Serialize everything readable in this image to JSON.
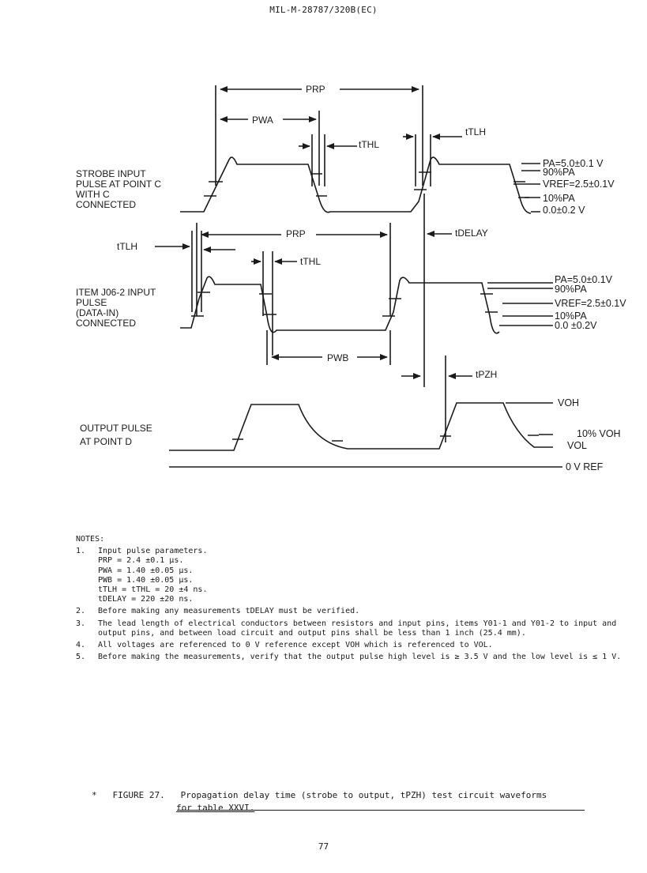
{
  "header": "MIL-M-28787/320B(EC)",
  "diagram": {
    "strobe_label": [
      "STROBE  INPUT",
      "PULSE  AT POINT C",
      "WITH  C",
      "CONNECTED"
    ],
    "item_label": [
      "ITEM  J06-2 INPUT",
      "PULSE",
      "(DATA-IN)",
      "CONNECTED"
    ],
    "output_label": [
      "OUTPUT  PULSE",
      "AT  POINT  D"
    ],
    "timing": {
      "prp": "PRP",
      "pwa": "PWA",
      "pwb": "PWB",
      "tthl": "tTHL",
      "ttlh": "tTLH",
      "tdelay": "tDELAY",
      "tpzh": "tPZH"
    },
    "strobe_levels": [
      "PA=5.0±0.1 V",
      "90%PA",
      "VREF=2.5±0.1V",
      "10%PA",
      "0.0±0.2 V"
    ],
    "item_levels": [
      "PA=5.0±0.1V",
      "90%PA",
      "VREF=2.5±0.1V",
      "10%PA",
      "0.0 ±0.2V"
    ],
    "output_levels": [
      "VOH",
      "10% VOH",
      "VOL",
      "0 V REF"
    ]
  },
  "notes": {
    "title": "NOTES:",
    "items": [
      {
        "num": "1.",
        "text": "Input pulse parameters."
      },
      {
        "num": "2.",
        "text": "Before making any measurements tDELAY must be verified."
      },
      {
        "num": "3.",
        "text": "The lead length of electrical conductors between resistors and input pins, items Y01-1 and Y01-2 to input and output pins, and between load circuit and output pins shall be less than 1 inch (25.4 mm)."
      },
      {
        "num": "4.",
        "text": "All voltages are referenced to 0 V reference except VOH which is referenced to VOL."
      },
      {
        "num": "5.",
        "text": "Before making the measurements, verify that the output pulse high level is ≥ 3.5 V and the low level is ≤ 1 V."
      }
    ],
    "params": [
      "PRP = 2.4 ±0.1 µs.",
      "PWA = 1.40 ±0.05 µs.",
      "PWB = 1.40 ±0.05 µs.",
      "tTLH = tTHL = 20 ±4 ns.",
      "tDELAY = 220 ±20 ns."
    ]
  },
  "caption": {
    "star": "*",
    "figure": "FIGURE 27.",
    "line1": "Propagation delay time (strobe to output, tPZH) test circuit waveforms",
    "line2": "for table XXVI."
  },
  "page_number": "77"
}
